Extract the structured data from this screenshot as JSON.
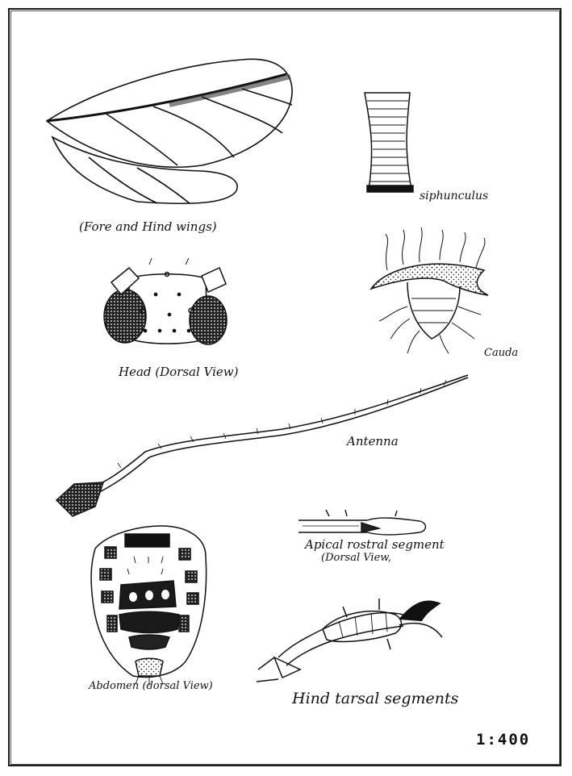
{
  "labels": {
    "wings": "(Fore and Hind wings)",
    "siphunculus": "siphunculus",
    "head": "Head (Dorsal View)",
    "cauda": "Cauda",
    "antenna": "Antenna",
    "rostral_line1": "Apical rostral segment",
    "rostral_line2": "(Dorsal View,",
    "abdomen": "Abdomen (dorsal View)",
    "tarsal": "Hind tarsal segments"
  },
  "scale": "1:400",
  "colors": {
    "ink": "#111111",
    "paper": "#ffffff"
  }
}
